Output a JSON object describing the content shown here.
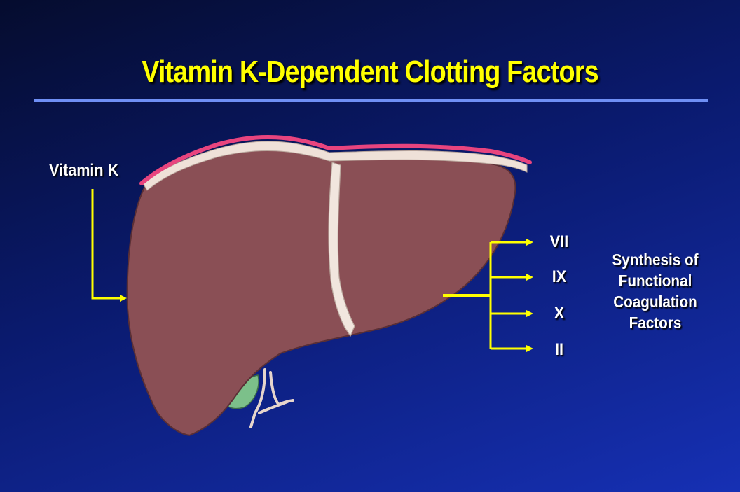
{
  "slide": {
    "title": "Vitamin K-Dependent Clotting Factors",
    "input_label": "Vitamin K",
    "factors": [
      "VII",
      "IX",
      "X",
      "II"
    ],
    "output_lines": [
      "Synthesis of",
      "Functional",
      "Coagulation",
      "Factors"
    ]
  },
  "colors": {
    "title": "#ffff00",
    "rule": "#6f8ff5",
    "arrows": "#ffff00",
    "liver": "#8a4f55",
    "capsule": "#e8447e",
    "gallbladder": "#7cc08a"
  }
}
